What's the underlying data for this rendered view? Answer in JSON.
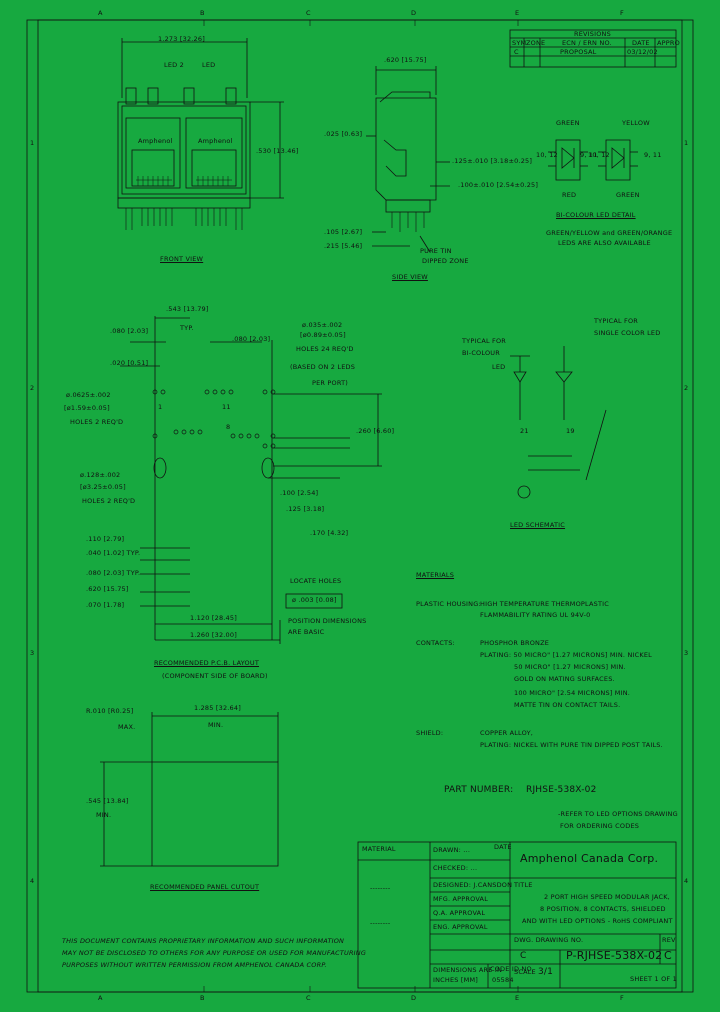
{
  "border": {
    "col_letters": [
      "A",
      "B",
      "C",
      "D",
      "E",
      "F"
    ],
    "row_numbers": [
      "1",
      "2",
      "3",
      "4"
    ]
  },
  "revisions": {
    "title": "REVISIONS",
    "headers": [
      "SYM",
      "ZONE",
      "ECN / ERN NO.",
      "DATE",
      "APPRO"
    ],
    "row": {
      "sym": "C",
      "ecn": "PROPOSAL",
      "date": "03/12/02"
    }
  },
  "front_view": {
    "title": "FRONT VIEW",
    "width_dim": "1.273 [32.26]",
    "height_dim": ".530 [13.46]",
    "led_labels": [
      "LED 2",
      "LED"
    ],
    "brand_marks": [
      "Amphenol",
      "Amphenol"
    ]
  },
  "side_view": {
    "title": "SIDE VIEW",
    "dims": {
      "d620": ".620 [15.75]",
      "d025": ".025 [0.63]",
      "d125": ".125±.010 [3.18±0.25]",
      "d100": ".100±.010 [2.54±0.25]",
      "d105": ".105 [2.67]",
      "d215": ".215 [5.46]"
    },
    "note": [
      "PURE TIN",
      "DIPPED ZONE"
    ]
  },
  "led_detail": {
    "title": "BI-COLOUR LED DETAIL",
    "colors": {
      "green1": "GREEN",
      "yellow": "YELLOW",
      "red": "RED",
      "green2": "GREEN"
    },
    "pins_left": [
      "10, 12",
      "9, 11"
    ],
    "pins_right": [
      "10, 12",
      "9, 11"
    ],
    "note": [
      "GREEN/YELLOW and GREEN/ORANGE",
      "LEDS ARE ALSO AVAILABLE"
    ]
  },
  "pcb_layout": {
    "title": "RECOMMENDED P.C.B. LAYOUT",
    "subtitle": "(COMPONENT SIDE OF BOARD)",
    "dims": {
      "d543": ".543 [13.79]",
      "typ": "TYP.",
      "d080a": ".080 [2.03]",
      "d020": ".020 [0.51]",
      "d080b": ".080 [2.03]",
      "d035": "ø.035±.002",
      "d035mm": "[ø0.89±0.05]",
      "holes24": "HOLES 24 REQ'D",
      "based": "(BASED ON 2 LEDS",
      "perport": "PER PORT)",
      "d0625": "ø.0625±.002",
      "d0625mm": "[ø1.59±0.05]",
      "holes2a": "HOLES 2 REQ'D",
      "d128": "ø.128±.002",
      "d128mm": "[ø3.25±0.05]",
      "holes2b": "HOLES 2 REQ'D",
      "d260": ".260 [6.60]",
      "d100": ".100 [2.54]",
      "d125": ".125 [3.18]",
      "d170": ".170 [4.32]",
      "d110": ".110 [2.79]",
      "d040": ".040 [1.02] TYP.",
      "d080t": ".080 [2.03] TYP.",
      "d620": ".620 [15.75]",
      "d070": ".070 [1.78]",
      "d1120": "1.120 [28.45]",
      "d1260": "1.260 [32.00]",
      "pin1": "1",
      "pin11": "11",
      "pin8": "8"
    },
    "locate": "LOCATE HOLES",
    "tol": "ø .003 [0.08]",
    "pos_note": [
      "POSITION DIMENSIONS",
      "ARE BASIC"
    ]
  },
  "led_schematic": {
    "title": "LED SCHEMATIC",
    "bicolour": [
      "TYPICAL FOR",
      "BI-COLOUR",
      "LED"
    ],
    "single": [
      "TYPICAL FOR",
      "SINGLE COLOR LED"
    ],
    "pins": [
      "21",
      "19"
    ]
  },
  "panel_cutout": {
    "title": "RECOMMENDED PANEL CUTOUT",
    "r": "R.010 [R0.25]",
    "max": "MAX.",
    "w": "1.285 [32.64]",
    "min1": "MIN.",
    "h": ".545 [13.84]",
    "min2": "MIN."
  },
  "materials": {
    "heading": "MATERIALS",
    "plastic_label": "PLASTIC HOUSING:",
    "plastic": [
      "HIGH TEMPERATURE THERMOPLASTIC",
      "FLAMMABILITY RATING UL 94V-0"
    ],
    "contacts_label": "CONTACTS:",
    "contacts": [
      "PHOSPHOR BRONZE",
      "PLATING: 50 MICRO\" [1.27 MICRONS] MIN. NICKEL",
      "50 MICRO\" [1.27 MICRONS] MIN.",
      "GOLD ON MATING SURFACES.",
      "100 MICRO\" [2.54 MICRONS] MIN.",
      "MATTE TIN ON CONTACT TAILS."
    ],
    "shield_label": "SHIELD:",
    "shield": [
      "COPPER ALLOY,",
      "PLATING: NICKEL WITH PURE TIN DIPPED POST TAILS."
    ]
  },
  "part_number": {
    "label": "PART NUMBER:",
    "value": "RJHSE-538X-02",
    "note": [
      "-REFER TO LED OPTIONS DRAWING",
      "FOR ORDERING CODES"
    ]
  },
  "title_block": {
    "material": "MATERIAL",
    "dashes1": "--------",
    "dashes2": "--------",
    "drawn": "DRAWN: ...",
    "drawn_date": "DATE",
    "checked": "CHECKED: ...",
    "designed": "DESIGNED: J.CANSDON",
    "mfg": "MFG. APPROVAL",
    "qa": "Q.A. APPROVAL",
    "eng": "ENG. APPROVAL",
    "company": "Amphenol Canada Corp.",
    "title_label": "TITLE",
    "title_lines": [
      "2 PORT HIGH SPEED MODULAR JACK,",
      "8 POSITION, 8 CONTACTS, SHIELDED",
      "AND WITH LED OPTIONS - RoHS COMPLIANT"
    ],
    "dwg_label": "DWG. DRAWING NO.",
    "dwg_no": "P-RJHSE-538X-02",
    "rev_label": "REV",
    "rev": "C",
    "size": "C",
    "scale_label": "SCALE",
    "scale": "3/1",
    "sheet": "SHEET 1 OF 1",
    "dims_in": "DIMENSIONS ARE IN",
    "units": "INCHES [MM]",
    "code_label": "CODE ID NO.",
    "code": "05584",
    "proprietary": [
      "THIS DOCUMENT CONTAINS PROPRIETARY INFORMATION AND SUCH INFORMATION",
      "MAY NOT BE DISCLOSED TO OTHERS FOR ANY PURPOSE OR USED FOR MANUFACTURING",
      "PURPOSES WITHOUT WRITTEN PERMISSION FROM AMPHENOL CANADA CORP."
    ]
  }
}
